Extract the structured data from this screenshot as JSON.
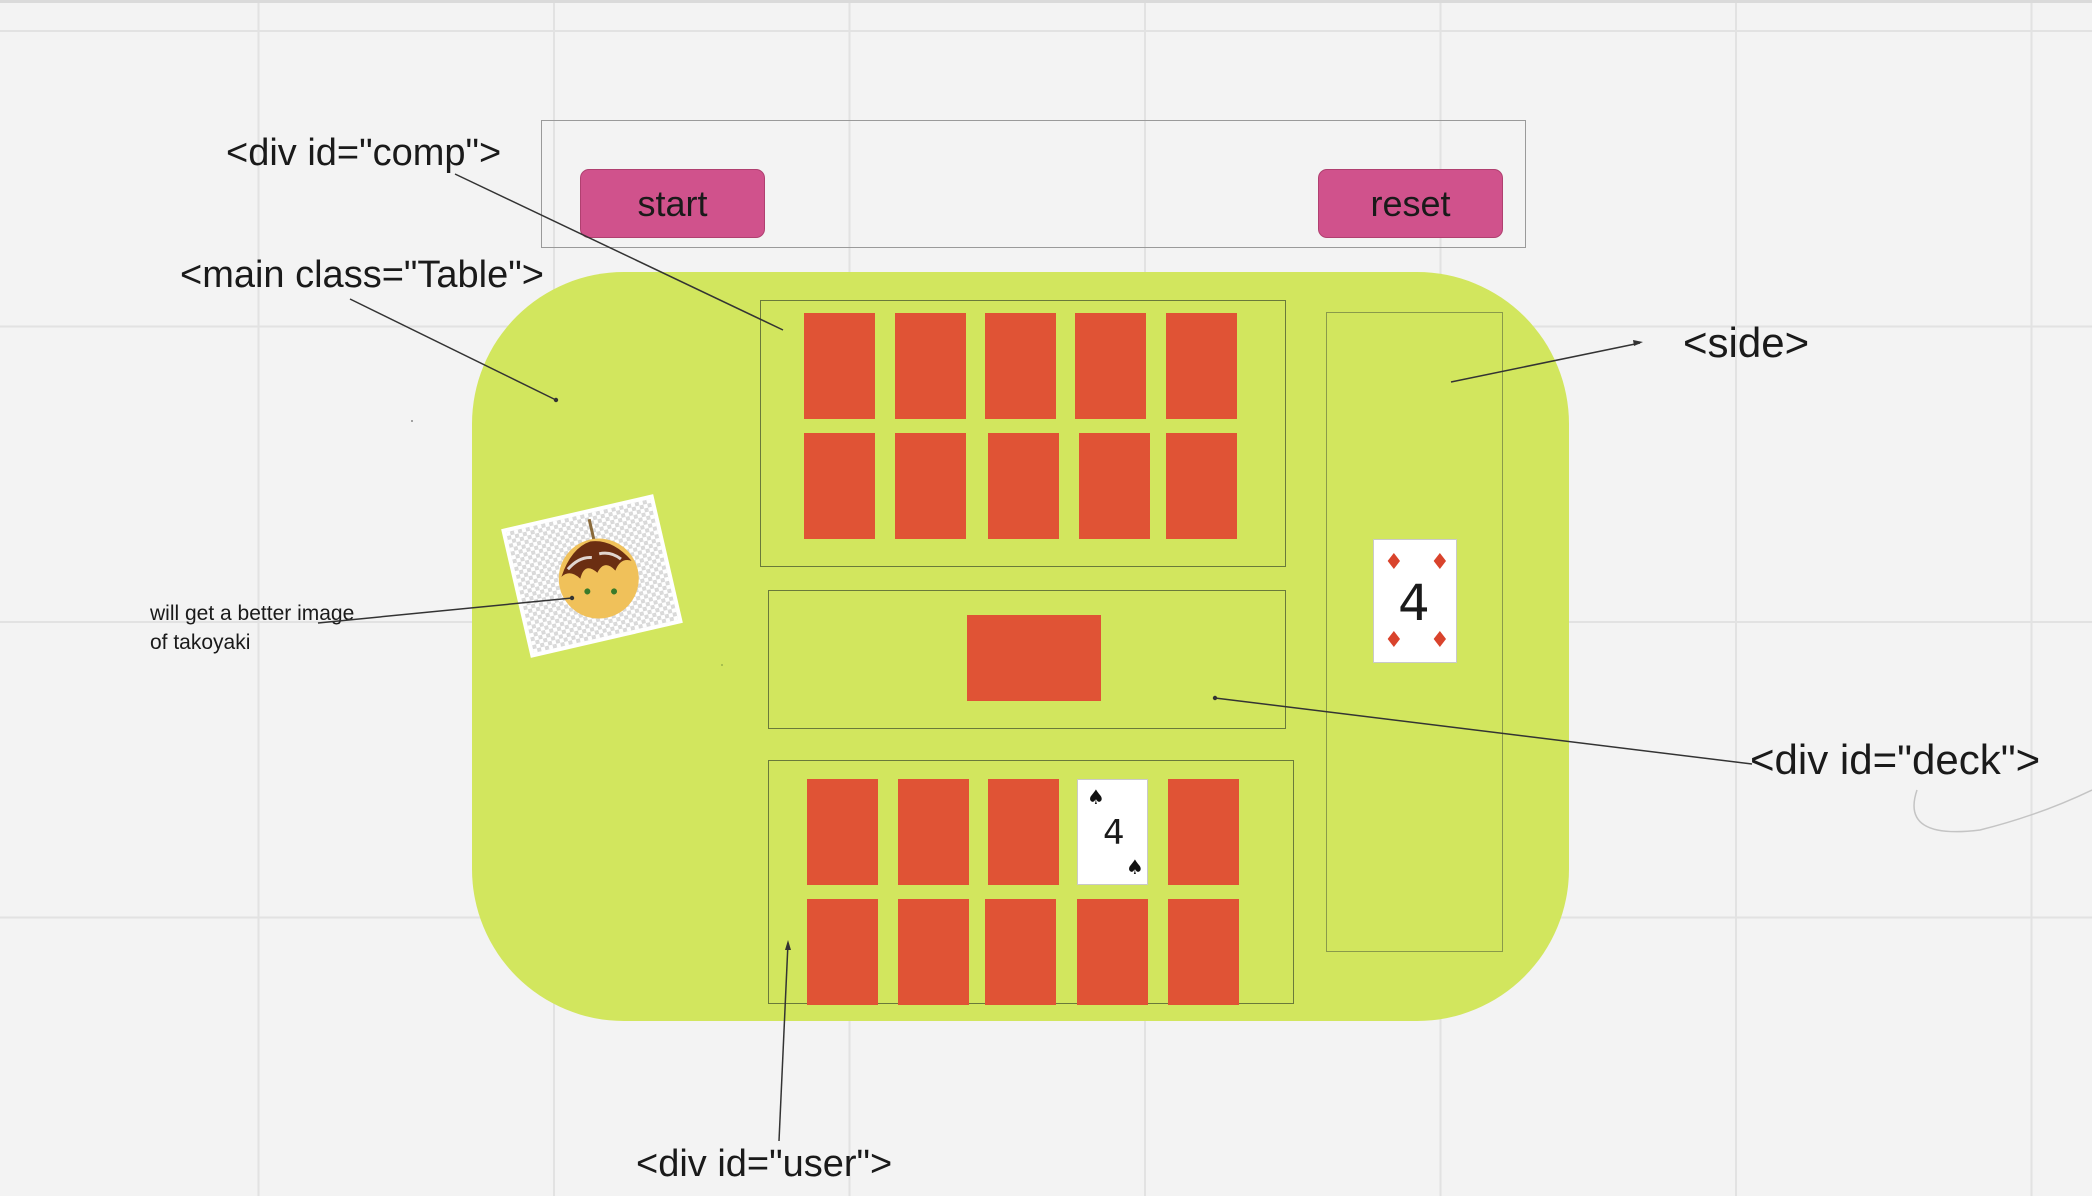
{
  "buttons": {
    "start": "start",
    "reset": "reset"
  },
  "labels": {
    "comp": "<div id=\"comp\">",
    "table": "<main class=\"Table\">",
    "side": "<side>",
    "deck": "<div id=\"deck\">",
    "user": "<div id=\"user\">"
  },
  "note": {
    "line1": "will get a better image",
    "line2": "of takoyaki"
  },
  "side_card": {
    "rank": "4",
    "suit": "♦"
  },
  "user_card": {
    "rank": "4",
    "suit": "♠"
  },
  "colors": {
    "table": "#d2e65e",
    "card_back": "#e05335",
    "button": "#d0528c",
    "diamond": "#d9432c"
  },
  "icons": {
    "takoyaki": "takoyaki-image"
  }
}
